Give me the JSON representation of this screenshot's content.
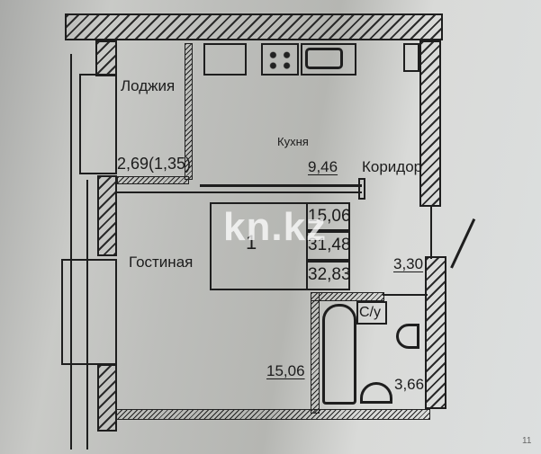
{
  "plan": {
    "rooms": {
      "loggia": {
        "label": "Лоджия",
        "area": "2,69(1,35)"
      },
      "kitchen": {
        "label": "Кухня"
      },
      "corridor": {
        "label": "Коридор",
        "area": "9,46"
      },
      "living": {
        "label": "Гостиная",
        "area": "15,06"
      },
      "hall": {
        "area": "3,30"
      },
      "bathroom": {
        "label": "С/у",
        "area": "3,66"
      }
    },
    "apartment": {
      "number": "1",
      "living_area": "15,06",
      "total_area_no_loggia": "31,48",
      "total_area": "32,83"
    },
    "watermark": "kn.kz",
    "page_number": "11"
  }
}
